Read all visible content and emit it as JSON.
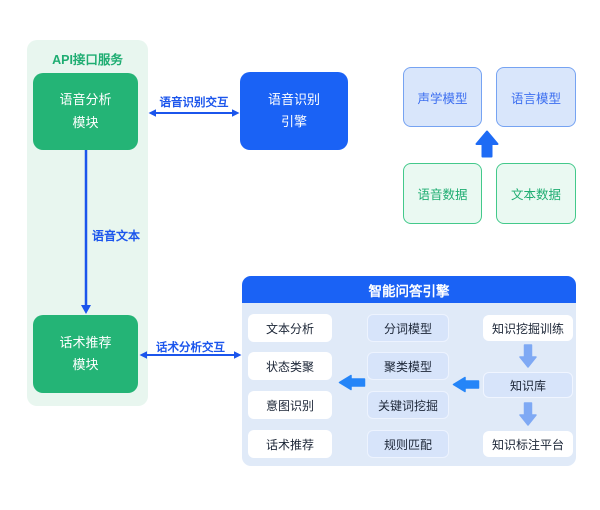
{
  "colors": {
    "green_node": "#24B476",
    "green_panel_bg": "#E8F6EF",
    "green_text": "#1FAD72",
    "green_border": "#43C98B",
    "blue_node": "#1A62F5",
    "blue_box_fill": "#D9E6FB",
    "blue_box_border": "#76A3F2",
    "blue_box_text": "#3D6FF0",
    "qa_panel_bg": "#E0EAF8",
    "qa_mid_box_fill": "#D7E4FA",
    "connector_blue": "#1B55EC",
    "thick_arrow_blue": "#2585F8",
    "soft_arrow_blue": "#7FA9F4",
    "dark_text": "#1B2536"
  },
  "icons": {
    "double_arrow": "double-headed-horizontal-arrow",
    "down_arrow": "arrow-down",
    "up_arrow": "arrow-up",
    "left_arrow": "arrow-left"
  },
  "api_panel": {
    "title": "API接口服务",
    "voice_analysis_module": "语音分析\n模块",
    "script_recommend_module": "话术推荐\n模块"
  },
  "speech_engine": {
    "label": "语音识别\n引擎"
  },
  "connections": {
    "speech_recognition_interaction": "语音识别交互",
    "voice_text": "语音文本",
    "script_analysis_interaction": "话术分析交互"
  },
  "model_data_group": {
    "acoustic_model": "声学模型",
    "language_model": "语言模型",
    "voice_data": "语音数据",
    "text_data": "文本数据"
  },
  "qa_engine": {
    "title": "智能问答引擎",
    "left_column": [
      "文本分析",
      "状态类聚",
      "意图识别",
      "话术推荐"
    ],
    "middle_column": [
      "分词模型",
      "聚类模型",
      "关键词挖掘",
      "规则匹配"
    ],
    "right_column": [
      "知识挖掘训练",
      "知识库",
      "知识标注平台"
    ]
  }
}
